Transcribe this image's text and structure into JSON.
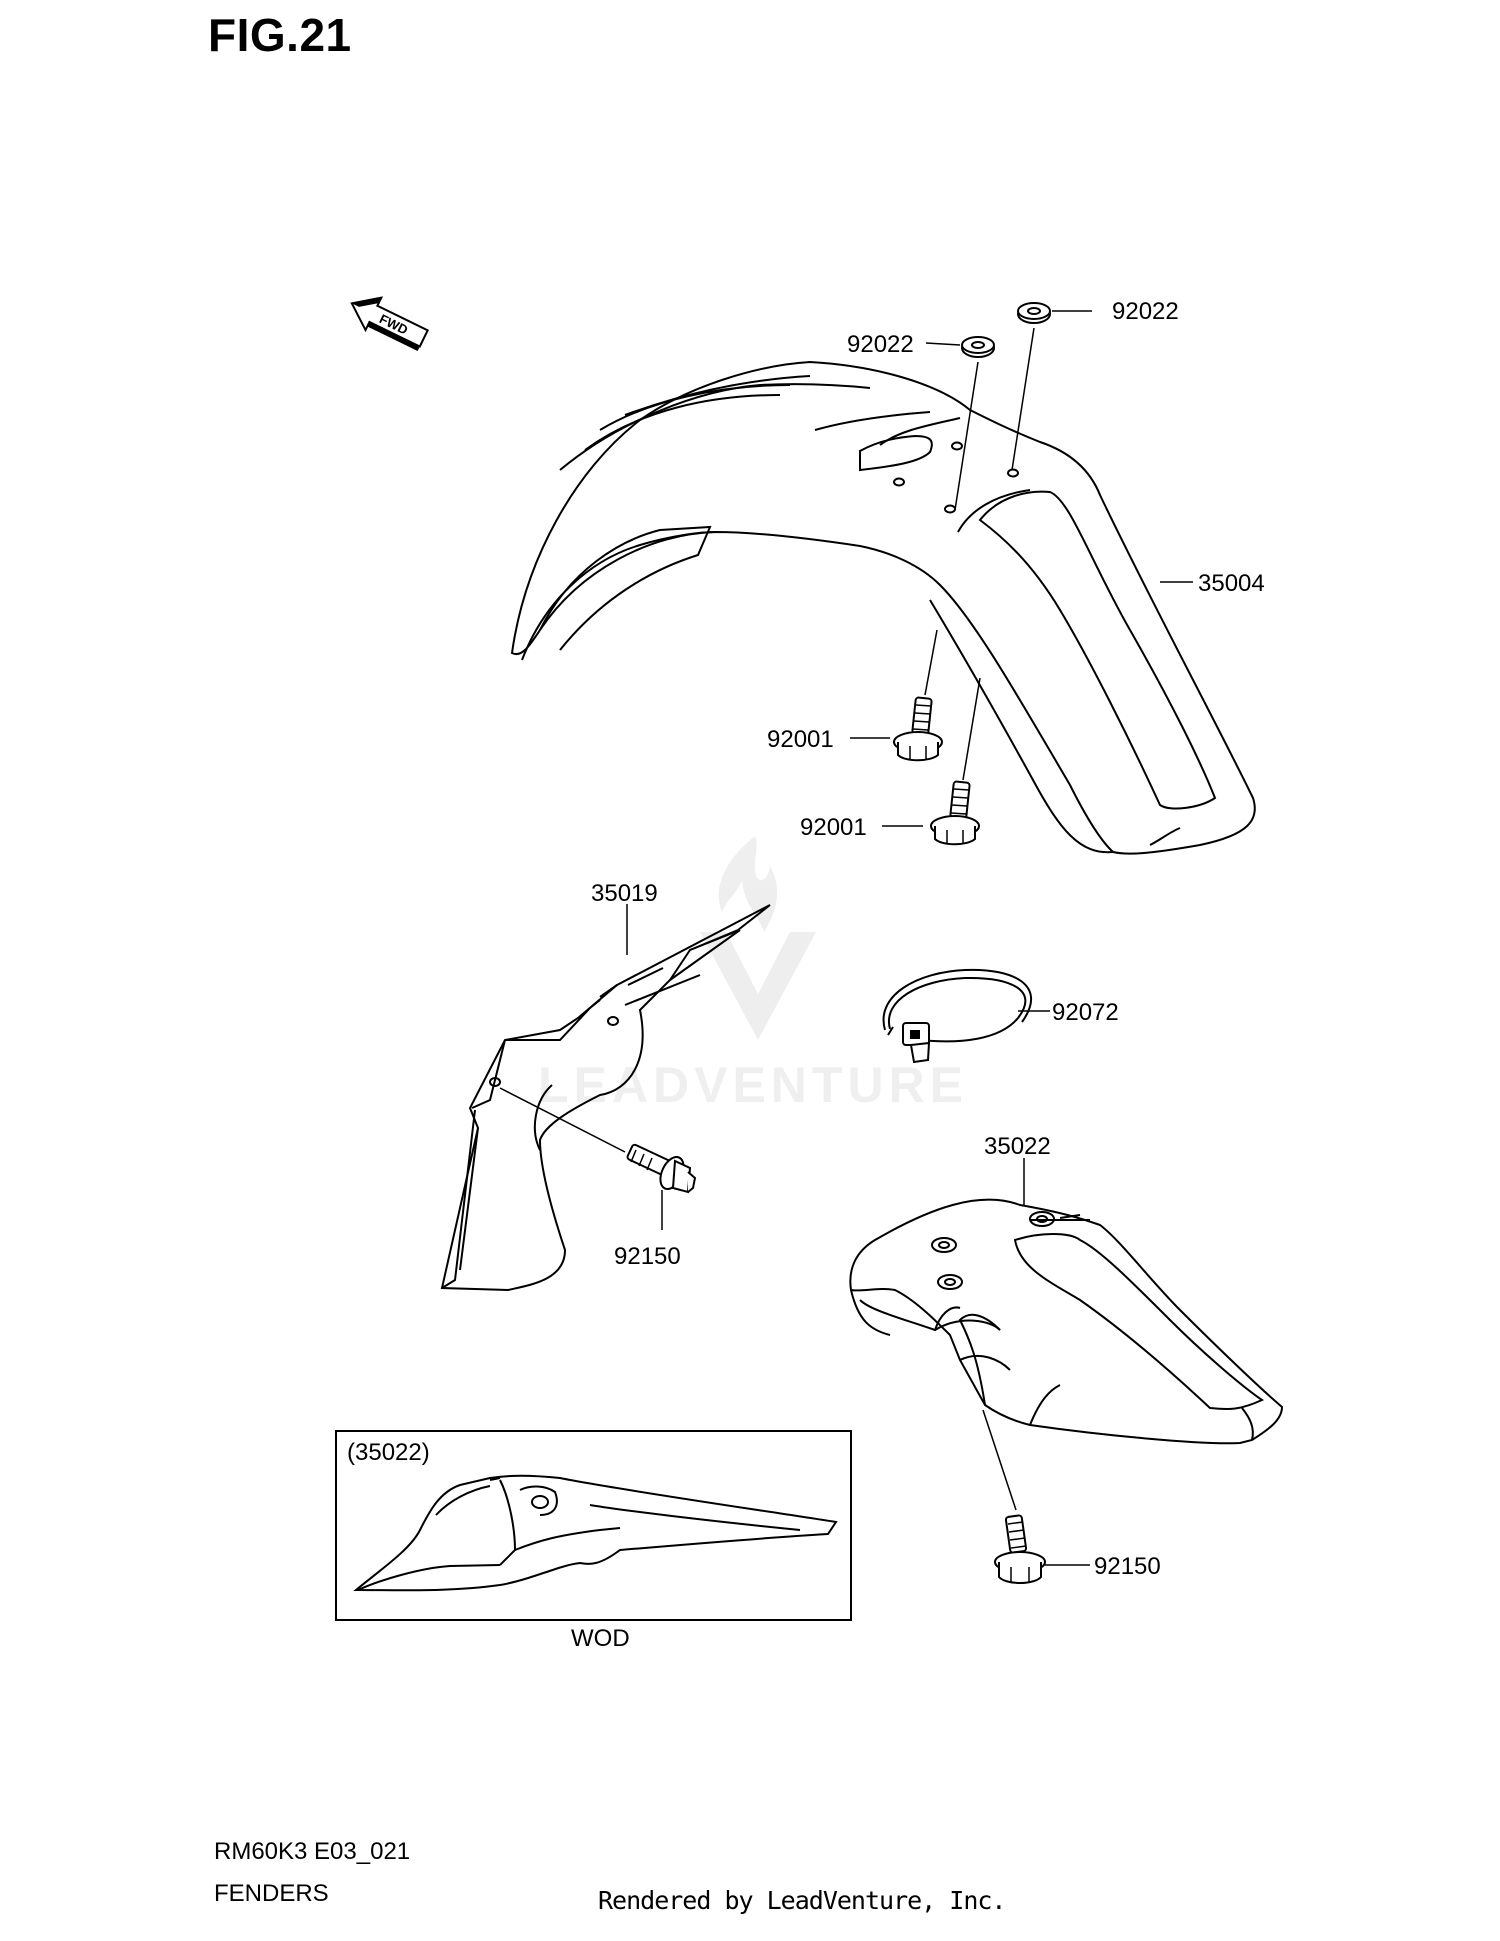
{
  "figure": {
    "title": "FIG.21"
  },
  "direction_marker": {
    "label": "FWD",
    "icon": "forward-arrow-icon"
  },
  "callouts": {
    "c_92022_a": "92022",
    "c_92022_b": "92022",
    "c_35004": "35004",
    "c_92001_a": "92001",
    "c_92001_b": "92001",
    "c_35019": "35019",
    "c_92072": "92072",
    "c_92150_a": "92150",
    "c_35022": "35022",
    "c_92150_b": "92150"
  },
  "variant_box": {
    "ref": "(35022)",
    "caption": "WOD"
  },
  "watermark": {
    "text": "LEADVENTURE",
    "icon": "flame-logo-icon"
  },
  "footer": {
    "code": "RM60K3 E03_021",
    "name": "FENDERS",
    "credit": "Rendered by LeadVenture, Inc."
  },
  "colors": {
    "line": "#000000",
    "watermark": "#d9d9d9",
    "background": "#ffffff"
  }
}
